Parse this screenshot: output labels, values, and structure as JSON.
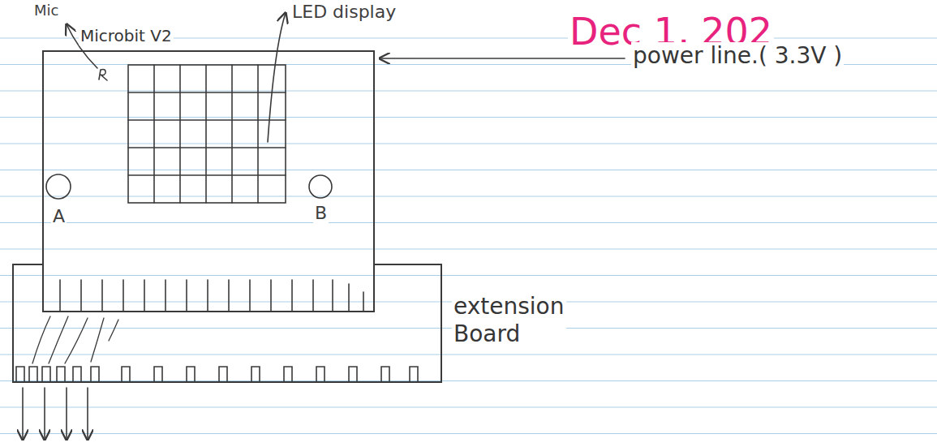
{
  "diagram": {
    "nodes": [
      {
        "text": [
          "Microbit V2"
        ]
      },
      {
        "text": [
          "extension Board"
        ]
      }
    ],
    "labels": [
      "Mic",
      "LED display",
      "Dec 1, 202",
      "power line.( 3.3V )",
      "A",
      "B"
    ]
  }
}
